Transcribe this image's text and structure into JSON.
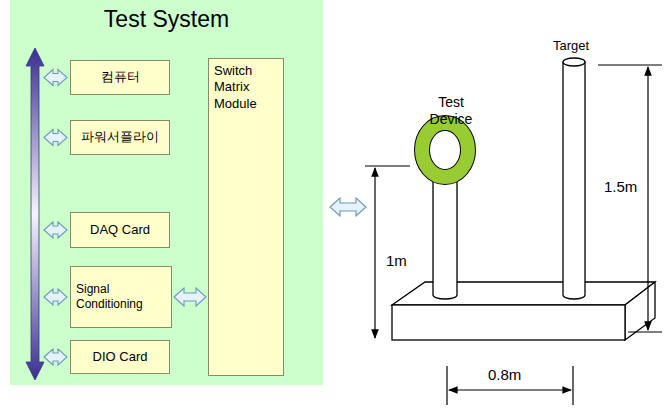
{
  "diagram": {
    "nodes": [
      {
        "text": [
          "Test System"
        ]
      },
      {
        "text": [
          "컴퓨터"
        ],
        "in": 0
      },
      {
        "text": [
          "파워서플라이"
        ],
        "in": 0
      },
      {
        "text": [
          "DAQ Card"
        ],
        "in": 0
      },
      {
        "text": [
          "Signal Conditioning"
        ],
        "in": 0
      },
      {
        "text": [
          "DIO Card"
        ],
        "in": 0
      },
      {
        "text": [
          "Switch Matrix Module"
        ],
        "in": 0
      }
    ],
    "edges": [
      {
        "from": 4,
        "to": 6,
        "arrow": "both"
      }
    ],
    "labels": [
      "Test Device",
      "Target",
      "1m",
      "1.5m",
      "0.8m"
    ]
  }
}
